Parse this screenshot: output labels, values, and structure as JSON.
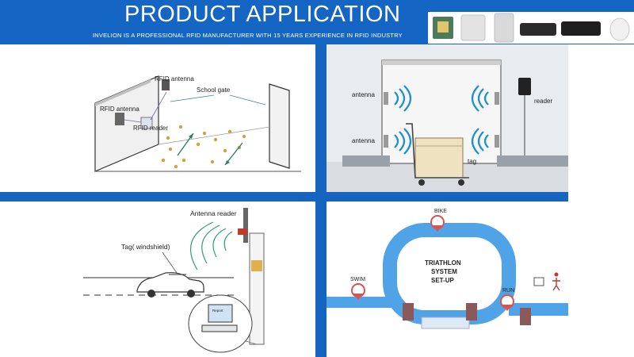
{
  "header": {
    "title": "PRODUCT APPLICATION",
    "subtitle": "INVELION IS A PROFESSIONAL RFID MANUFACTURER WITH 15 YEARS EXPERIENCE IN RFID INDUSTRY"
  },
  "panel_school": {
    "rfid_antenna_top": "RFID antenna",
    "school_gate": "School gate",
    "rfid_antenna_left": "RFID antenna",
    "rfid_reader": "RFID reader"
  },
  "panel_warehouse": {
    "antenna_top": "antenna",
    "antenna_bottom": "antenna",
    "reader": "reader",
    "tag": "tag"
  },
  "panel_parking": {
    "antenna_reader": "Antenna reader",
    "tag_windshield": "Tag( windshield)",
    "screen_text": "Report"
  },
  "panel_triathlon": {
    "bike": "BIKE",
    "swim": "SWIM",
    "run": "RUN",
    "system_title_1": "TRIATHLON",
    "system_title_2": "SYSTEM",
    "system_title_3": "SET-UP"
  },
  "colors": {
    "brand_blue": "#1465c4",
    "track_blue": "#4fa3e6",
    "marker_red": "#d9534f",
    "arrow_green": "#2e7d6b"
  }
}
